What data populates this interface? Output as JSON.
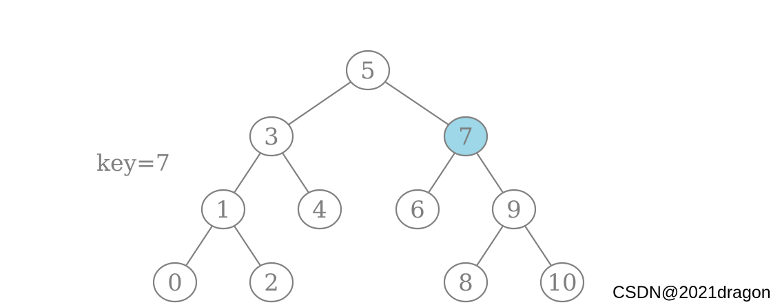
{
  "search_key_label": "key=7",
  "watermark": "CSDN@2021dragon",
  "colors": {
    "stroke": "#808080",
    "node_fill": "#ffffff",
    "highlight_fill": "#9dd7e8",
    "text": "#7f7f7f"
  },
  "tree": {
    "nodes": [
      {
        "id": "n5",
        "label": "5",
        "highlighted": false
      },
      {
        "id": "n3",
        "label": "3",
        "highlighted": false
      },
      {
        "id": "n7",
        "label": "7",
        "highlighted": true
      },
      {
        "id": "n1",
        "label": "1",
        "highlighted": false
      },
      {
        "id": "n4",
        "label": "4",
        "highlighted": false
      },
      {
        "id": "n6",
        "label": "6",
        "highlighted": false
      },
      {
        "id": "n9",
        "label": "9",
        "highlighted": false
      },
      {
        "id": "n0",
        "label": "0",
        "highlighted": false
      },
      {
        "id": "n2",
        "label": "2",
        "highlighted": false
      },
      {
        "id": "n8",
        "label": "8",
        "highlighted": false
      },
      {
        "id": "n10",
        "label": "10",
        "highlighted": false
      }
    ],
    "edges": [
      {
        "from": "n5",
        "to": "n3"
      },
      {
        "from": "n5",
        "to": "n7"
      },
      {
        "from": "n3",
        "to": "n1"
      },
      {
        "from": "n3",
        "to": "n4"
      },
      {
        "from": "n7",
        "to": "n6"
      },
      {
        "from": "n7",
        "to": "n9"
      },
      {
        "from": "n1",
        "to": "n0"
      },
      {
        "from": "n1",
        "to": "n2"
      },
      {
        "from": "n9",
        "to": "n8"
      },
      {
        "from": "n9",
        "to": "n10"
      }
    ]
  }
}
